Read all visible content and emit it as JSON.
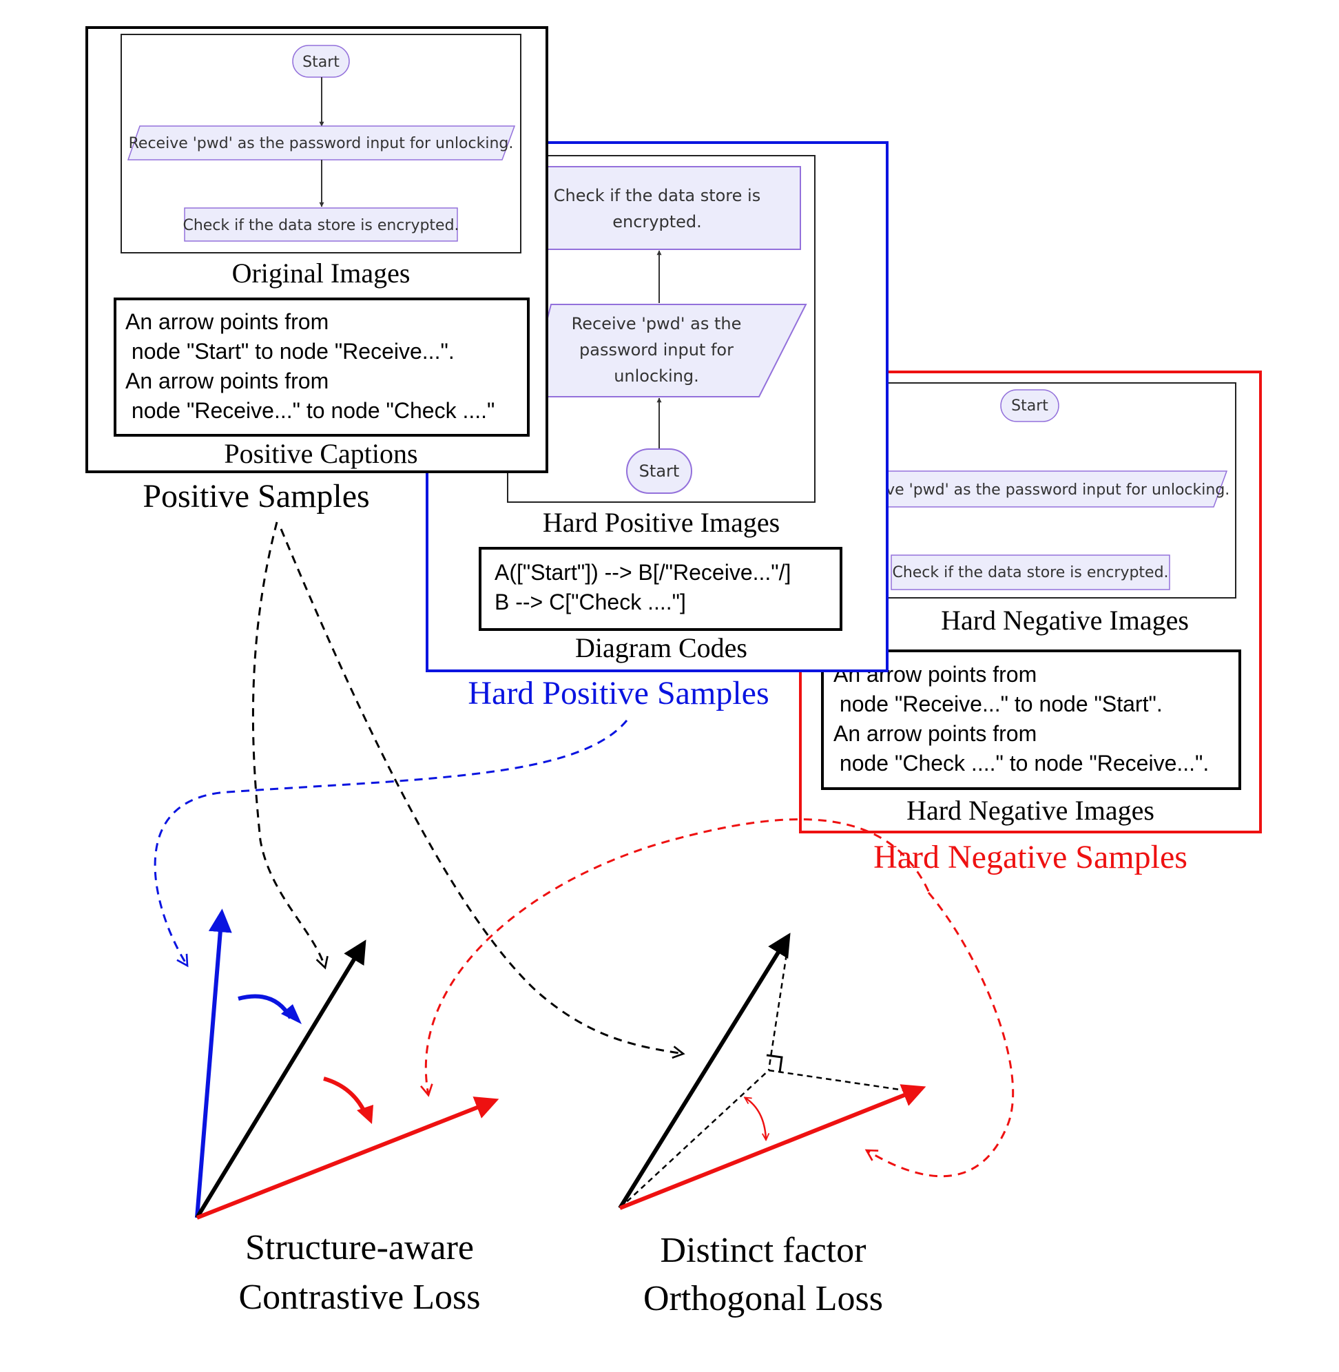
{
  "positive": {
    "flow": {
      "start": "Start",
      "receive": "Receive 'pwd' as the password input for unlocking.",
      "check": "Check if the data store is encrypted."
    },
    "images_label": "Original Images",
    "captions": [
      "An arrow points from",
      " node \"Start\" to node \"Receive...\".",
      "An arrow points from",
      " node \"Receive...\" to node \"Check ....\""
    ],
    "captions_label": "Positive Captions",
    "samples_label": "Positive Samples"
  },
  "hard_positive": {
    "flow": {
      "check_line1": "Check if the data store is",
      "check_line2": "encrypted.",
      "receive_line1": "Receive 'pwd' as the",
      "receive_line2": "password input for",
      "receive_line3": "unlocking.",
      "start": "Start"
    },
    "images_label": "Hard Positive Images",
    "code": [
      "A([\"Start\"]) --> B[/\"Receive...\"/]",
      "B --> C[\"Check ....\"]"
    ],
    "code_label": "Diagram Codes",
    "samples_label": "Hard Positive Samples"
  },
  "hard_negative": {
    "flow": {
      "start": "Start",
      "receive_partial": "ive 'pwd' as the password input for unlocking.",
      "check": "Check if the data store is encrypted."
    },
    "images_label": "Hard Negative Images",
    "captions": [
      "An arrow points from",
      " node \"Receive...\" to node \"Start\".",
      "An arrow points from",
      " node \"Check ....\" to node \"Receive...\"."
    ],
    "captions_label": "Hard Negative Images",
    "samples_label": "Hard Negative Samples"
  },
  "losses": {
    "contrastive_line1": "Structure-aware",
    "contrastive_line2": "Contrastive Loss",
    "orthogonal_line1": "Distinct factor",
    "orthogonal_line2": "Orthogonal Loss"
  },
  "colors": {
    "positive": "#000000",
    "hard_positive": "#0a14e0",
    "hard_negative": "#ee1111",
    "node_fill": "#ececfb",
    "node_stroke": "#9370db"
  }
}
